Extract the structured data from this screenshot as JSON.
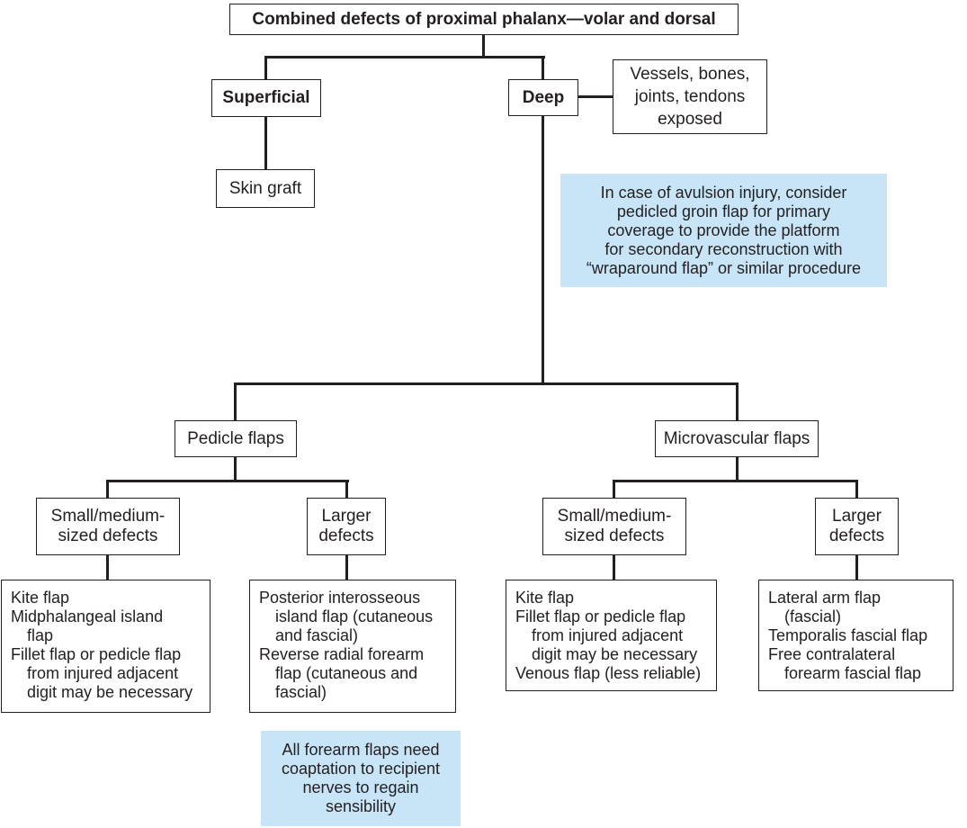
{
  "diagram": {
    "title": "Combined defects of proximal phalanx—volar and dorsal",
    "level1": {
      "superficial": "Superficial",
      "deep": "Deep",
      "vessels_note": "Vessels, bones,\njoints, tendons\nexposed",
      "skin_graft": "Skin graft"
    },
    "avulsion_note": "In case of avulsion injury, consider\npedicled groin flap for primary\ncoverage to provide the platform\nfor secondary reconstruction with\n“wraparound flap” or similar procedure",
    "level2": {
      "pedicle_flaps": "Pedicle flaps",
      "microvascular_flaps": "Microvascular flaps"
    },
    "level3": {
      "pedicle_small_medium": "Small/medium-\nsized defects",
      "pedicle_larger": "Larger\ndefects",
      "micro_small_medium": "Small/medium-\nsized defects",
      "micro_larger": "Larger\ndefects"
    },
    "options": {
      "pedicle_small_medium": [
        "Kite flap",
        "Midphalangeal island\nflap",
        "Fillet flap or pedicle flap\nfrom injured adjacent\ndigit may be necessary"
      ],
      "pedicle_larger": [
        "Posterior interosseous\nisland flap (cutaneous\nand fascial)",
        "Reverse radial forearm\nflap (cutaneous and\nfascial)"
      ],
      "micro_small_medium": [
        "Kite flap",
        "Fillet flap or pedicle flap\nfrom injured adjacent\ndigit may be necessary",
        "Venous flap (less reliable)"
      ],
      "micro_larger": [
        "Lateral arm flap\n(fascial)",
        "Temporalis fascial flap",
        "Free contralateral\nforearm fascial flap"
      ]
    },
    "forearm_note": "All forearm flaps need\ncoaptation to recipient\nnerves to regain\nsensibility",
    "colors": {
      "note_background": "#c7e5f7",
      "line": "#231f20",
      "text": "#231f20",
      "background": "#ffffff"
    }
  }
}
